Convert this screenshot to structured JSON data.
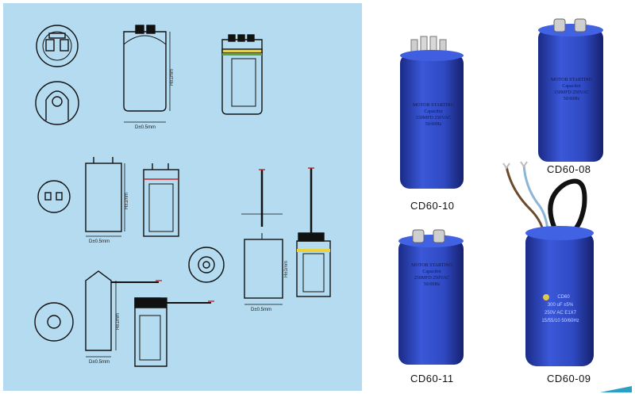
{
  "drawings": {
    "dim_diameter": "D±0.5mm",
    "dim_height": "H±1mm"
  },
  "products": [
    {
      "id": "cd60-10",
      "model": "CD60-10",
      "print_heading": "MOTOR STARTING",
      "print_line2": "Capacitor",
      "print_line3": "150MFD 250VAC",
      "print_line4": "50/60Hz"
    },
    {
      "id": "cd60-08",
      "model": "CD60-08",
      "print_heading": "MOTOR STARTING",
      "print_line2": "Capacitor",
      "print_line3": "150MFD 250VAC",
      "print_line4": "50/60Hz"
    },
    {
      "id": "cd60-11",
      "model": "CD60-11",
      "print_heading": "MOTOR STARTING",
      "print_line2": "Capacitor",
      "print_line3": "250MFD 250VAC",
      "print_line4": "50/60Hz"
    },
    {
      "id": "cd60-09",
      "model": "CD60-09",
      "print_heading": "CD60",
      "print_line2": "300 uF ±5%",
      "print_line3": "250V AC  E1X7",
      "print_line4": "15/55/10  50/60Hz"
    }
  ],
  "colors": {
    "panel": "#b4dbf0",
    "cap_blue": "#2f49c2",
    "cap_blue_dark": "#1a2a86",
    "terminal": "#c9c9c9"
  }
}
